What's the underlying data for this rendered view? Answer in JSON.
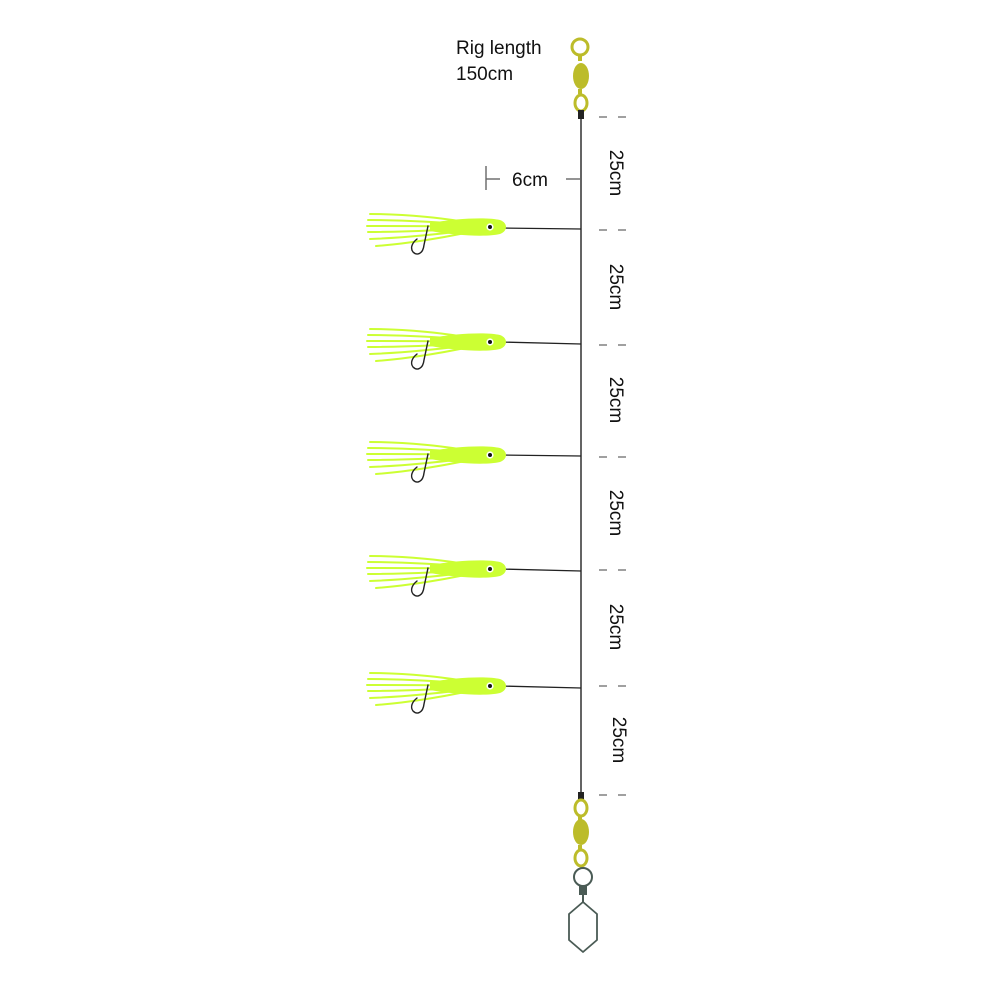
{
  "rig": {
    "length_label": "Rig length",
    "length_value": "150cm"
  },
  "dropper": {
    "length_label": "6cm",
    "count": 5
  },
  "segments": [
    "25cm",
    "25cm",
    "25cm",
    "25cm",
    "25cm",
    "25cm"
  ],
  "colors": {
    "lure_green": "#ccff33",
    "swivel_olive": "#bcbc2a",
    "line": "#222222",
    "snap": "#4a5b55",
    "dash": "#777777"
  },
  "icons": {
    "top_swivel": "barrel-swivel-icon",
    "bottom_swivel": "barrel-swivel-icon",
    "snap": "snap-clip-icon",
    "lure": "octopus-lure-icon",
    "hook": "hook-icon"
  }
}
